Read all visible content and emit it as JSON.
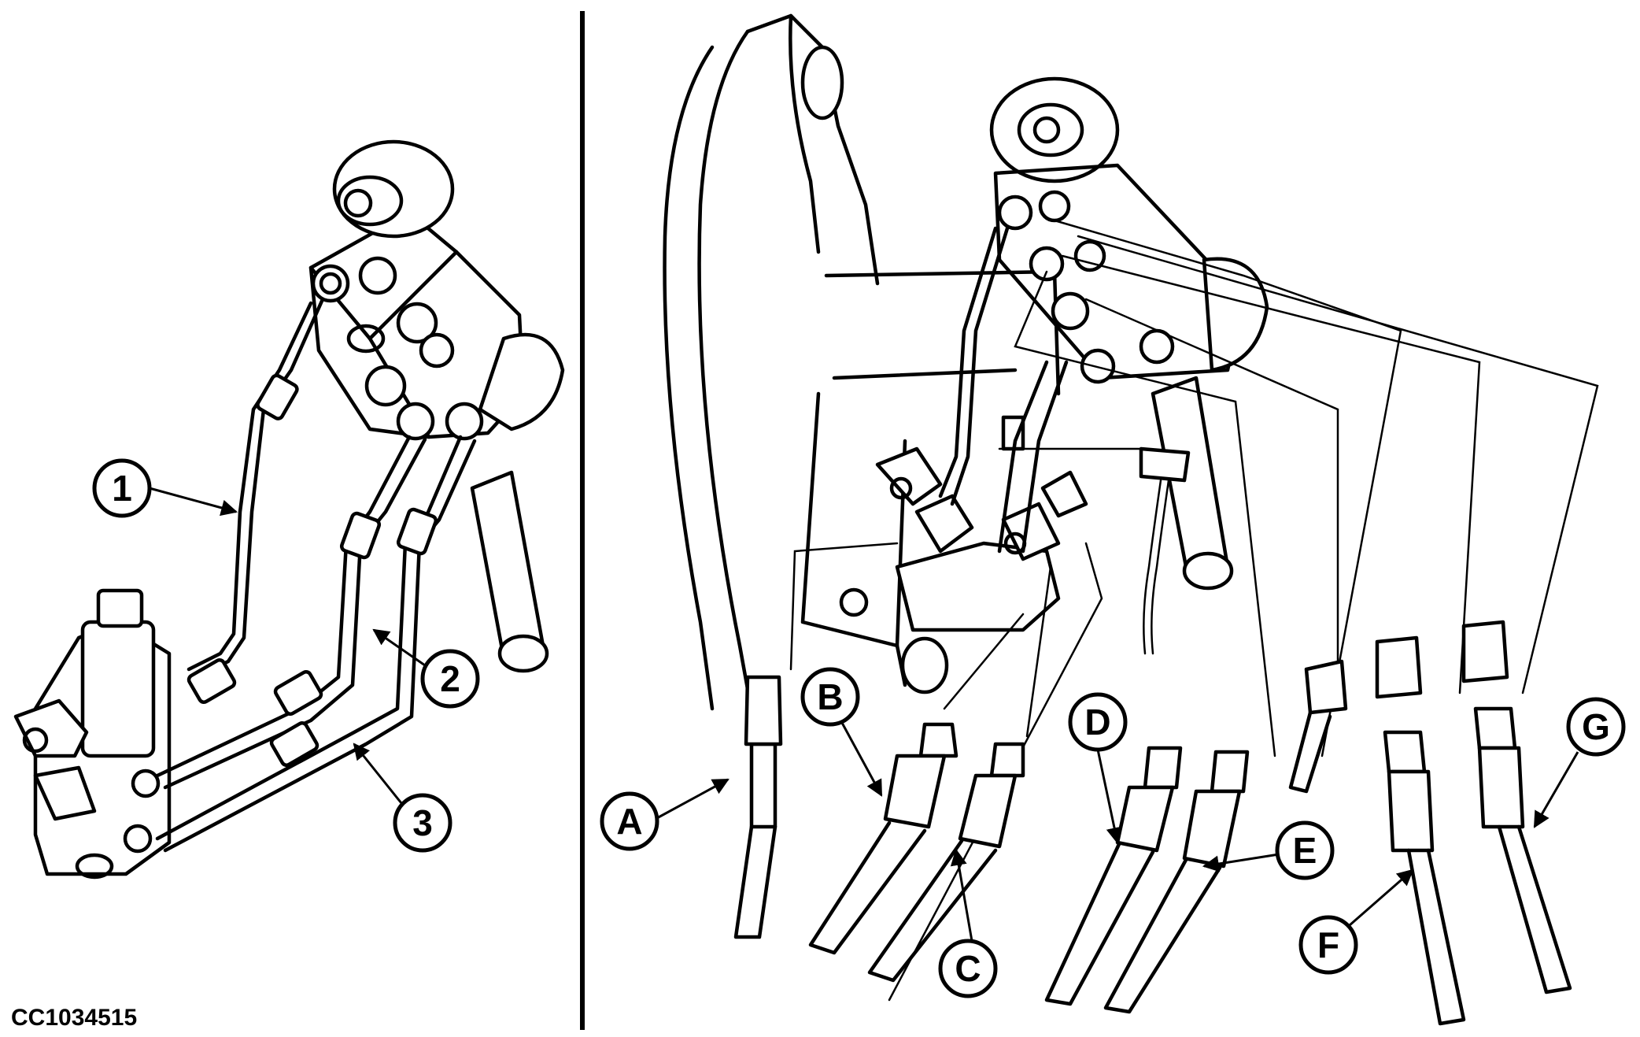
{
  "figure_id": "CC1034515",
  "left_panel": {
    "callouts": [
      "1",
      "2",
      "3"
    ]
  },
  "right_panel": {
    "callouts": [
      "A",
      "B",
      "C",
      "D",
      "E",
      "F",
      "G"
    ]
  }
}
